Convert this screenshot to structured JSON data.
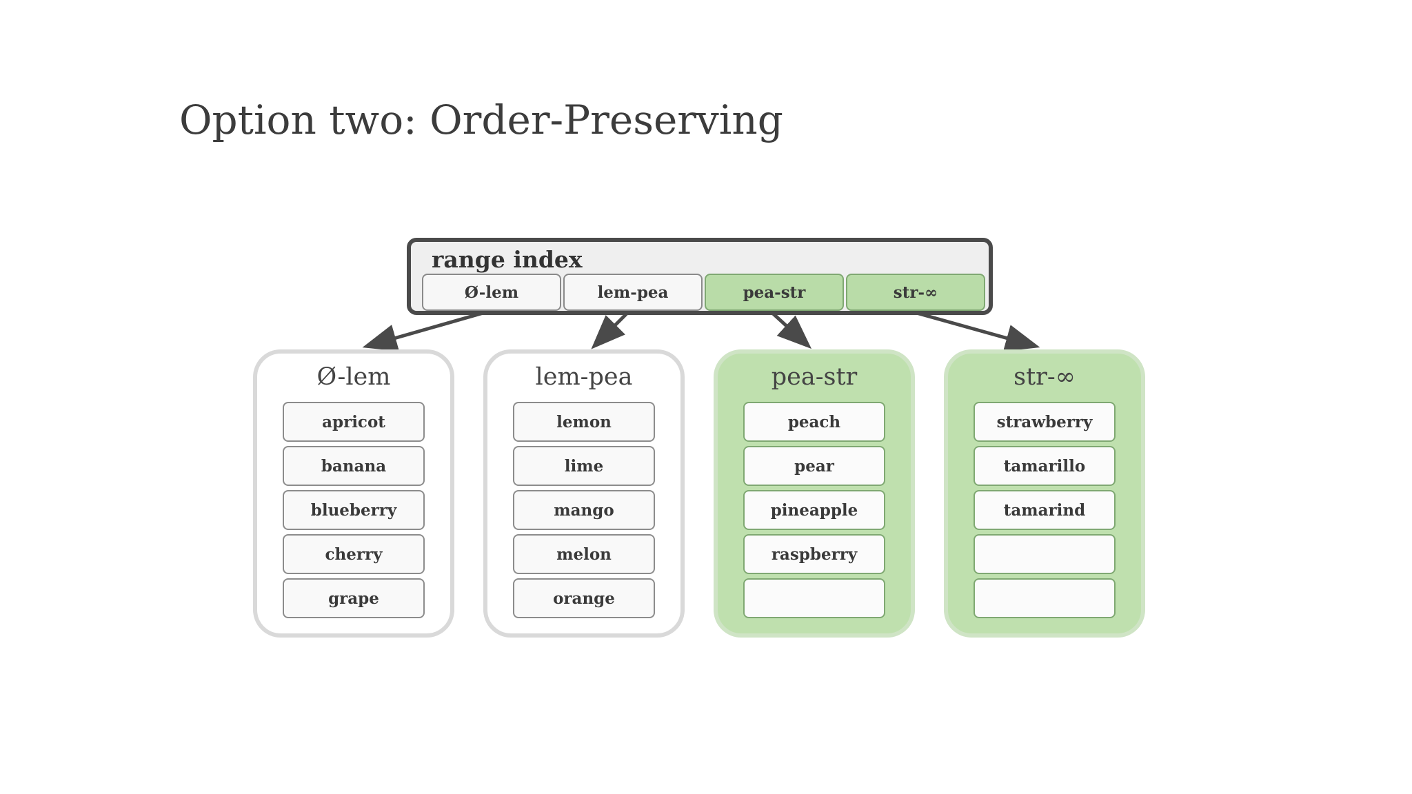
{
  "title": "Option two: Order-Preserving",
  "range_index": {
    "label": "range index",
    "cells": [
      {
        "label": "Ø-lem",
        "highlighted": false
      },
      {
        "label": "lem-pea",
        "highlighted": false
      },
      {
        "label": "pea-str",
        "highlighted": true
      },
      {
        "label": "str-∞",
        "highlighted": true
      }
    ]
  },
  "shards": [
    {
      "title": "Ø-lem",
      "highlighted": false,
      "items": [
        "apricot",
        "banana",
        "blueberry",
        "cherry",
        "grape"
      ]
    },
    {
      "title": "lem-pea",
      "highlighted": false,
      "items": [
        "lemon",
        "lime",
        "mango",
        "melon",
        "orange"
      ]
    },
    {
      "title": "pea-str",
      "highlighted": true,
      "items": [
        "peach",
        "pear",
        "pineapple",
        "raspberry",
        ""
      ]
    },
    {
      "title": "str-∞",
      "highlighted": true,
      "items": [
        "strawberry",
        "tamarillo",
        "tamarind",
        "",
        ""
      ]
    }
  ],
  "colors": {
    "highlight_fill": "#bfe0ae",
    "highlight_cell": "#b9dca8",
    "arrow": "#4a4a4a",
    "frame": "#4a4a4a"
  }
}
